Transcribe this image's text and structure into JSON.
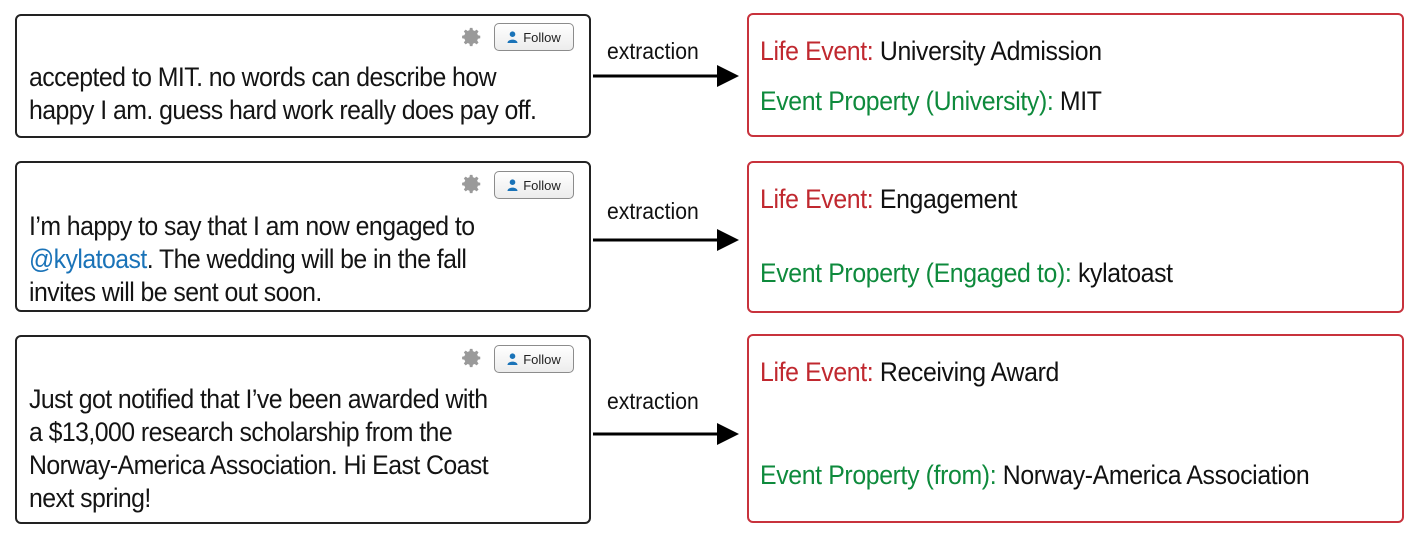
{
  "tweets": [
    {
      "follow_label": "Follow",
      "lines": [
        "accepted to MIT. no words can describe how",
        "happy I am. guess hard work really does pay off."
      ]
    },
    {
      "follow_label": "Follow",
      "line1": "I’m happy to say that I am now engaged to",
      "mention": "@kylatoast",
      "line2_rest": ". The wedding will be in the fall",
      "line3": "invites will be sent out soon."
    },
    {
      "follow_label": "Follow",
      "lines": [
        "Just got notified that I’ve been awarded with",
        "a $13,000 research scholarship from the",
        "Norway-America Association. Hi East Coast",
        "next spring!"
      ]
    }
  ],
  "arrows": [
    "extraction",
    "extraction",
    "extraction"
  ],
  "results": [
    {
      "event_key": "Life Event:",
      "event_value": "University Admission",
      "property_key": "Event Property (University):",
      "property_value": "MIT"
    },
    {
      "event_key": "Life Event:",
      "event_value": "Engagement",
      "property_key": "Event Property (Engaged to):",
      "property_value": "kylatoast"
    },
    {
      "event_key": "Life Event:",
      "event_value": "Receiving Award",
      "property_key": "Event Property (from):",
      "property_value": "Norway-America Association"
    }
  ],
  "colors": {
    "event_key": "#c0282f",
    "property_key": "#0e8a3c",
    "mention": "#1a73b8",
    "result_border": "#c8323c"
  },
  "icons": [
    "gear-icon",
    "person-icon",
    "arrow-right-icon"
  ]
}
